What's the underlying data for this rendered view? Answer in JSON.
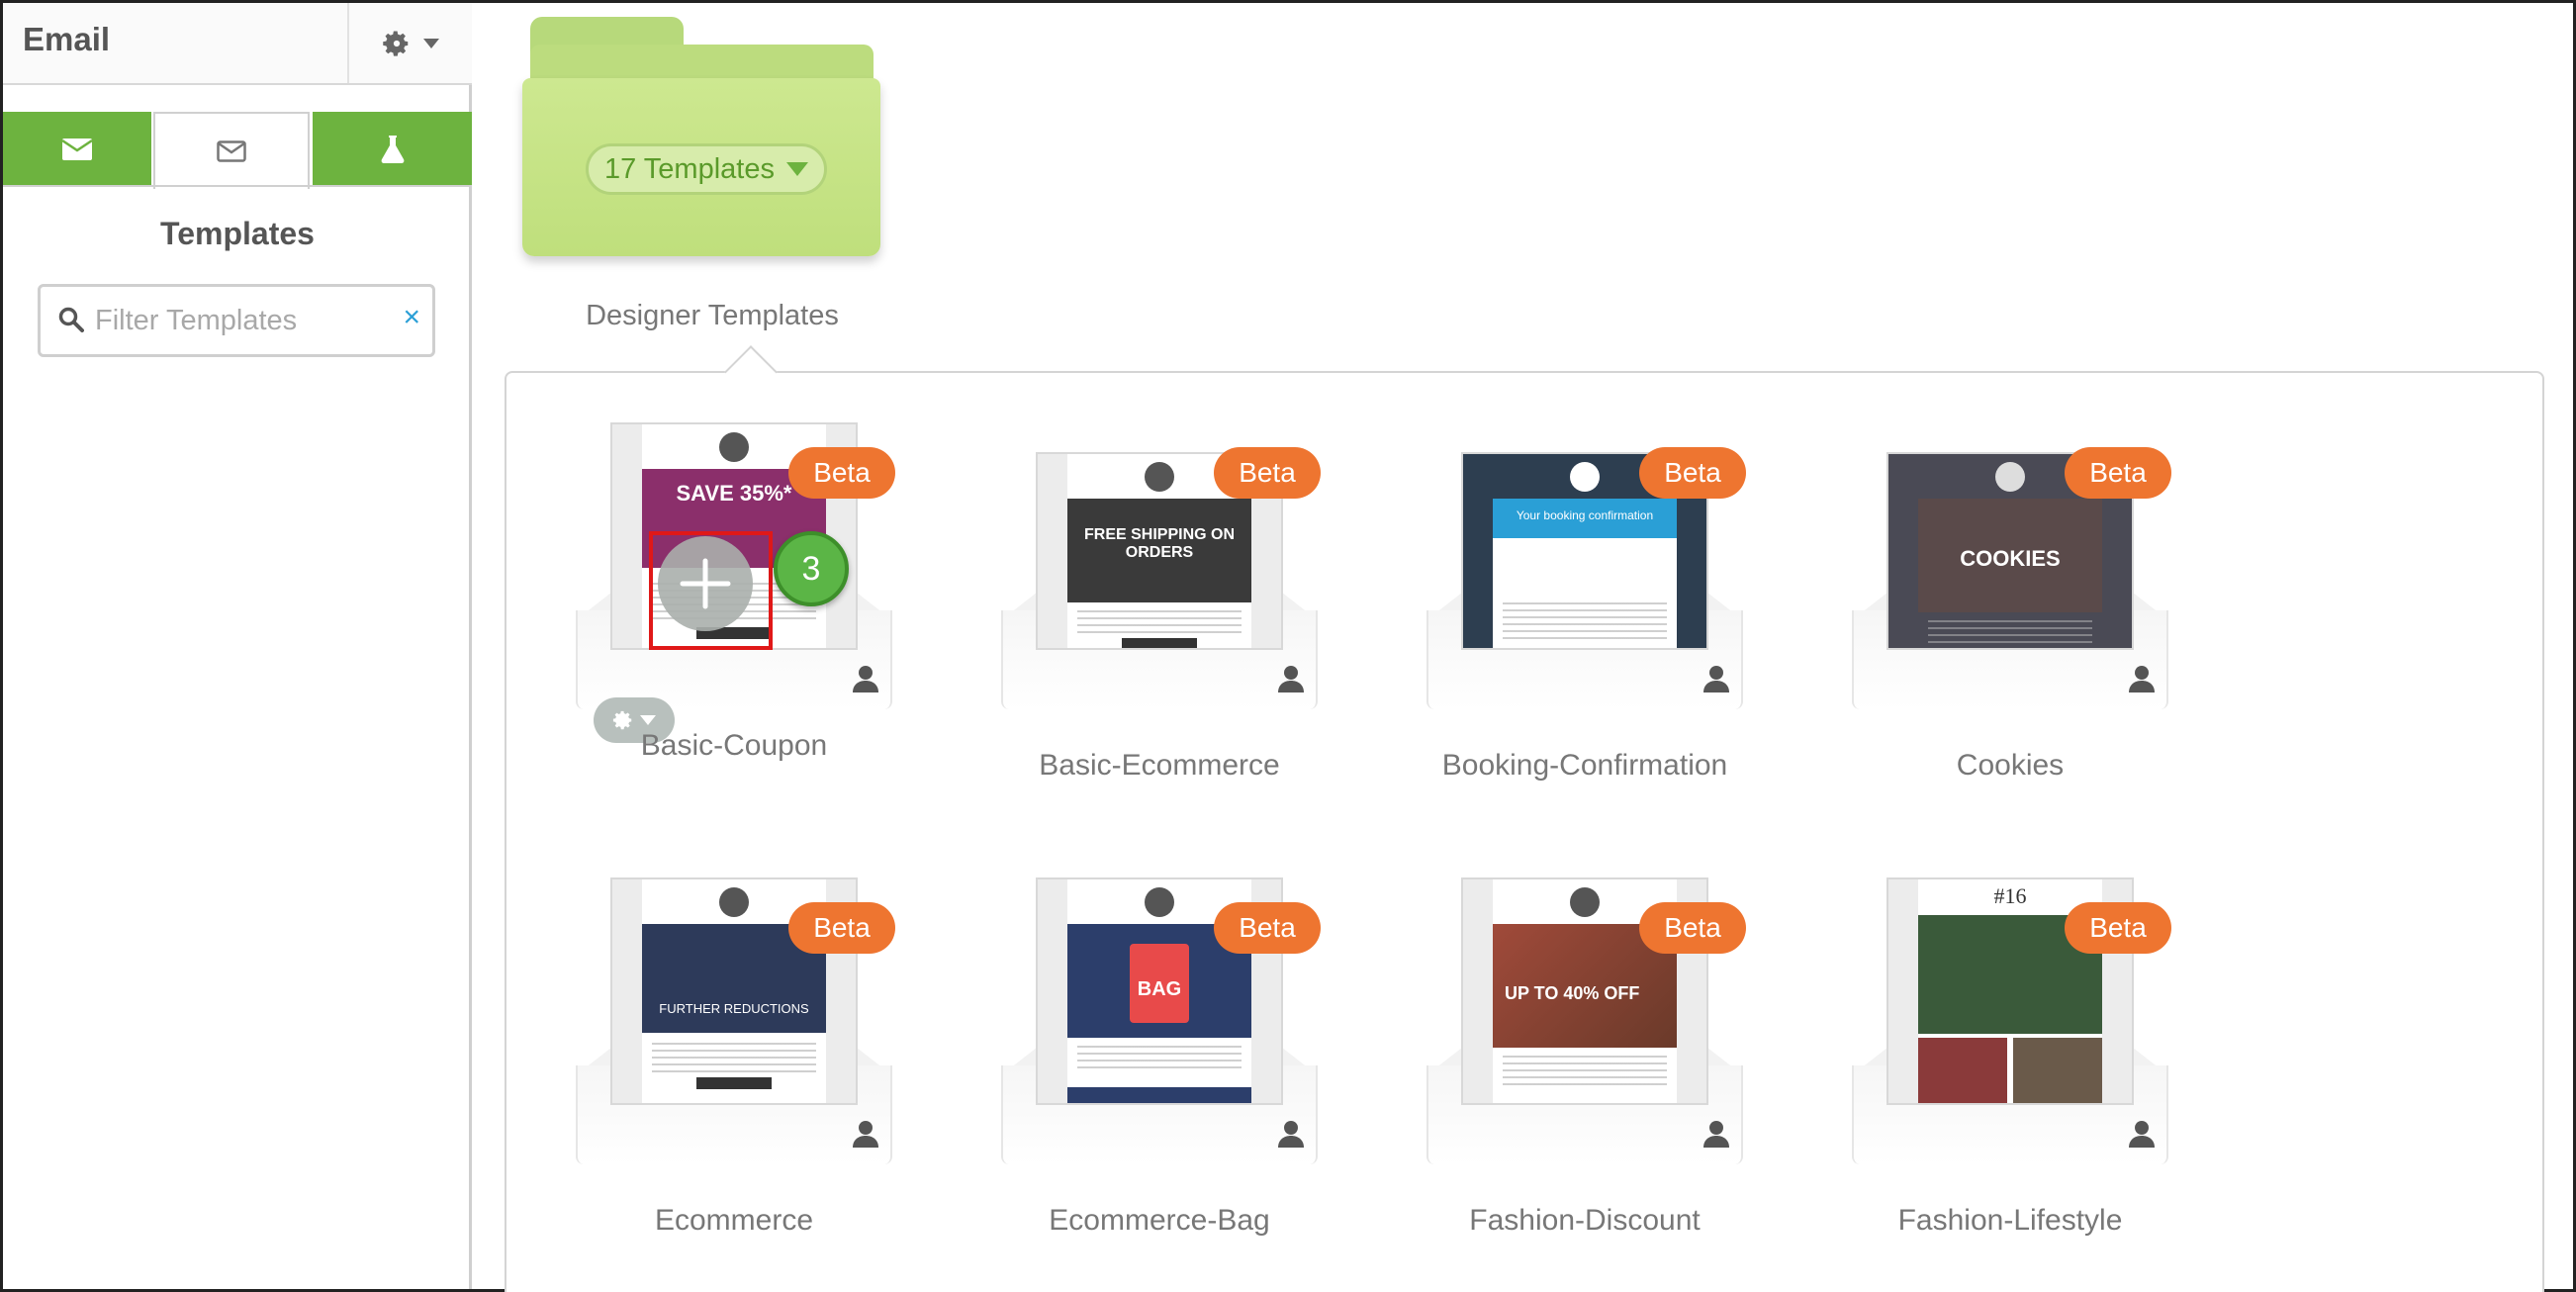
{
  "sidebar": {
    "title": "Email",
    "heading": "Templates",
    "filter_placeholder": "Filter Templates",
    "clear_label": "×",
    "tabs": [
      "envelope-filled-icon",
      "envelope-outline-icon",
      "flask-icon"
    ]
  },
  "folder": {
    "count_label": "17 Templates",
    "caption": "Designer Templates"
  },
  "badge_label": "Beta",
  "step_number": "3",
  "templates": [
    {
      "name": "Basic-Coupon",
      "hero_text": "SAVE 35%*",
      "hero_color": "#8b2f6b"
    },
    {
      "name": "Basic-Ecommerce",
      "hero_text": "FREE SHIPPING ON ORDERS",
      "hero_color": "#3a3a3a"
    },
    {
      "name": "Booking-Confirmation",
      "hero_text": "Your booking confirmation",
      "hero_color": "#2a9fd6"
    },
    {
      "name": "Cookies",
      "hero_text": "COOKIES",
      "hero_color": "#5a4a4a"
    },
    {
      "name": "Ecommerce",
      "hero_text": "FURTHER REDUCTIONS",
      "hero_color": "#2d3a5a"
    },
    {
      "name": "Ecommerce-Bag",
      "hero_text": "BAG",
      "hero_color": "#2c3e6b"
    },
    {
      "name": "Fashion-Discount",
      "hero_text": "UP TO 40% OFF",
      "hero_color": "#8a5a3a"
    },
    {
      "name": "Fashion-Lifestyle",
      "hero_text": "#16",
      "hero_color": "#3a5a3a"
    }
  ],
  "colors": {
    "green": "#6db33f",
    "beta_orange": "#ee7530",
    "step_green": "#5bb546",
    "highlight_red": "#e01818"
  }
}
